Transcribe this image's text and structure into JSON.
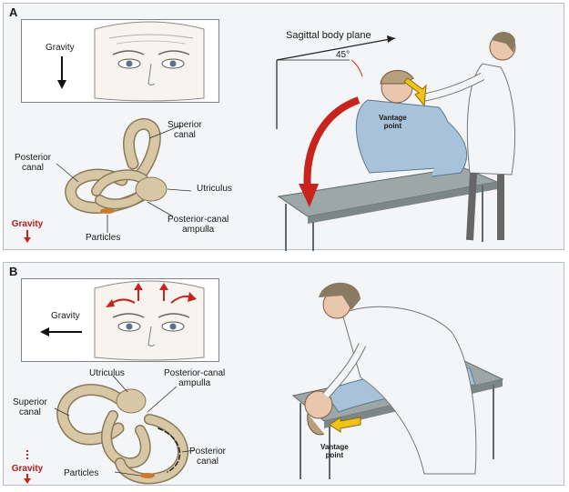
{
  "panel_a": {
    "letter": "A",
    "gravity_label": "Gravity",
    "labels": {
      "superior_canal": "Superior\ncanal",
      "posterior_canal": "Posterior\ncanal",
      "utriculus": "Utriculus",
      "ampulla": "Posterior-canal\nampulla",
      "particles": "Particles",
      "gravity_badge": "Gravity",
      "sagittal": "Sagittal body plane",
      "angle": "45°",
      "vantage": "Vantage\npoint"
    }
  },
  "panel_b": {
    "letter": "B",
    "gravity_label": "Gravity",
    "labels": {
      "utriculus": "Utriculus",
      "ampulla": "Posterior-canal\nampulla",
      "superior_canal": "Superior\ncanal",
      "posterior_canal": "Posterior\ncanal",
      "particles": "Particles",
      "gravity_badge": "Gravity",
      "vantage": "Vantage\npoint"
    }
  },
  "colors": {
    "canal": "#d8c7a4",
    "canal_stroke": "#8a7a5a",
    "red": "#c8231d",
    "arrow_yellow": "#f2c21b",
    "table": "#9ea7a8",
    "table_dark": "#5f6a6c",
    "patient_gown": "#a8c3d9",
    "coat": "#f4f5f6"
  }
}
